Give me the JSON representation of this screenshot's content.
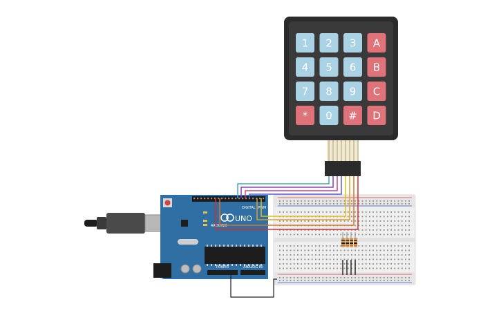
{
  "keypad": {
    "keys": [
      {
        "label": "1",
        "kind": "num"
      },
      {
        "label": "2",
        "kind": "num"
      },
      {
        "label": "3",
        "kind": "num"
      },
      {
        "label": "A",
        "kind": "letter"
      },
      {
        "label": "4",
        "kind": "num"
      },
      {
        "label": "5",
        "kind": "num"
      },
      {
        "label": "6",
        "kind": "num"
      },
      {
        "label": "B",
        "kind": "letter"
      },
      {
        "label": "7",
        "kind": "num"
      },
      {
        "label": "8",
        "kind": "num"
      },
      {
        "label": "9",
        "kind": "num"
      },
      {
        "label": "C",
        "kind": "letter"
      },
      {
        "label": "*",
        "kind": "letter"
      },
      {
        "label": "0",
        "kind": "num"
      },
      {
        "label": "#",
        "kind": "letter"
      },
      {
        "label": "D",
        "kind": "letter"
      }
    ],
    "colors": {
      "body": "#2b2b2b",
      "num": "#a9d3e4",
      "letter": "#e0727a"
    }
  },
  "arduino": {
    "digital_label": "DIGITAL (PWM ~)",
    "uno_label": "UNO",
    "arduino_label": "ARDUINO",
    "power_label": "POWER",
    "analog_label": "ANALOG IN",
    "color": "#2f6fa3"
  },
  "wires": {
    "colors": [
      "#3fa6c9",
      "#8a3fb5",
      "#c93f8a",
      "#5a5ad6",
      "#e0c020",
      "#e0a020",
      "#e07020",
      "#d03030"
    ]
  }
}
